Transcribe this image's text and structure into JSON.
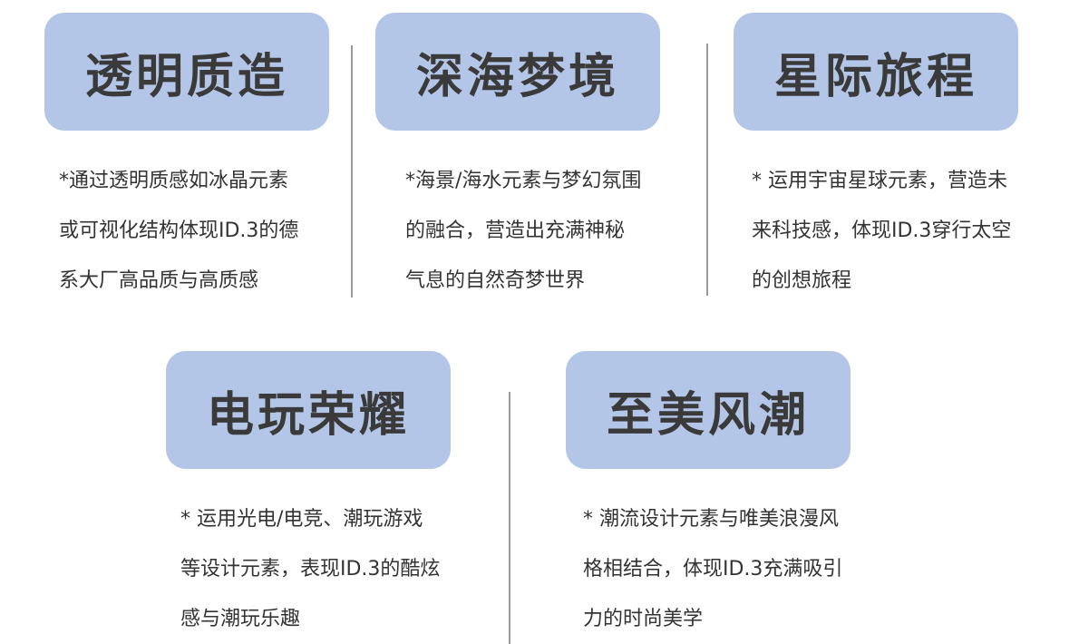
{
  "cards": [
    {
      "title": "透明质造",
      "lines": [
        "*通过透明质感如冰晶元素",
        "或可视化结构体现ID.3的德",
        "系大厂高品质与高质感"
      ]
    },
    {
      "title": "深海梦境",
      "lines": [
        "*海景/海水元素与梦幻氛围",
        "的融合，营造出充满神秘",
        "气息的自然奇梦世界"
      ]
    },
    {
      "title": "星际旅程",
      "lines": [
        "* 运用宇宙星球元素，营造未",
        "来科技感，体现ID.3穿行太空",
        "的创想旅程"
      ]
    },
    {
      "title": "电玩荣耀",
      "lines": [
        "* 运用光电/电竞、潮玩游戏",
        "等设计元素，表现ID.3的酷炫",
        "感与潮玩乐趣"
      ]
    },
    {
      "title": "至美风潮",
      "lines": [
        "* 潮流设计元素与唯美浪漫风",
        "格相结合，体现ID.3充满吸引",
        "力的时尚美学"
      ]
    }
  ],
  "colors": {
    "card_bg": "#b4c6e7",
    "title_text": "#3a3a3a",
    "body_text": "#333333",
    "divider": "#9a9a9a"
  }
}
